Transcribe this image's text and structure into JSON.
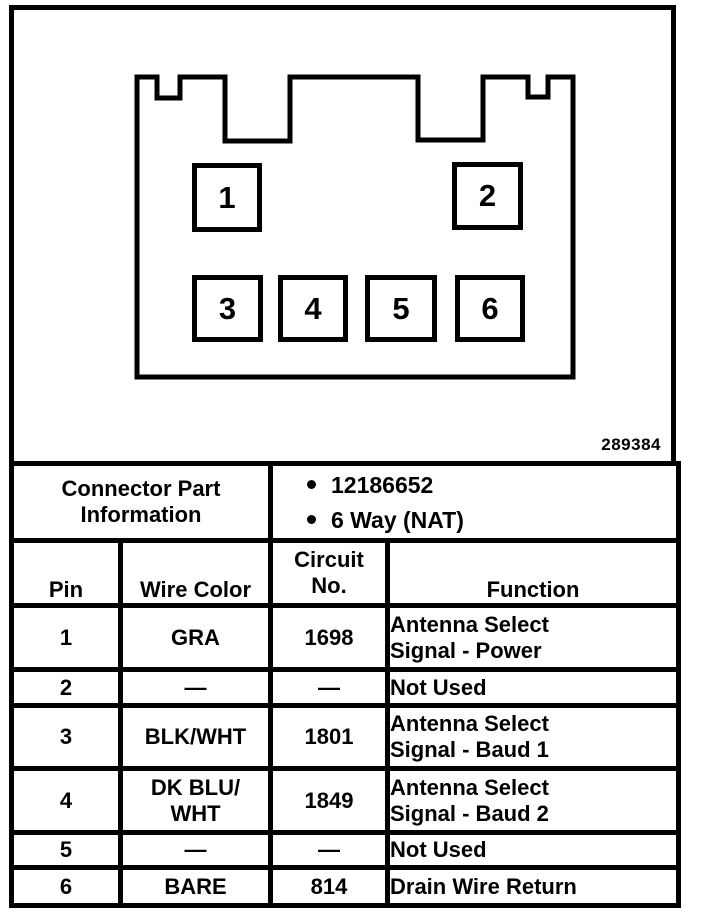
{
  "diagram": {
    "figure_number": "289384",
    "pin_labels": [
      "1",
      "2",
      "3",
      "4",
      "5",
      "6"
    ]
  },
  "part_info": {
    "label": "Connector Part Information",
    "bullets": [
      "12186652",
      "6 Way (NAT)"
    ]
  },
  "pin_table": {
    "headers": {
      "pin": "Pin",
      "wire_color": "Wire Color",
      "circuit_no": "Circuit No.",
      "function": "Function"
    },
    "rows": [
      {
        "pin": "1",
        "wire_color": "GRA",
        "circuit": "1698",
        "function": "Antenna Select Signal - Power"
      },
      {
        "pin": "2",
        "wire_color": "—",
        "circuit": "—",
        "function": "Not Used"
      },
      {
        "pin": "3",
        "wire_color": "BLK/WHT",
        "circuit": "1801",
        "function": "Antenna Select Signal - Baud 1"
      },
      {
        "pin": "4",
        "wire_color": "DK BLU/ WHT",
        "circuit": "1849",
        "function": "Antenna Select Signal - Baud 2"
      },
      {
        "pin": "5",
        "wire_color": "—",
        "circuit": "—",
        "function": "Not Used"
      },
      {
        "pin": "6",
        "wire_color": "BARE",
        "circuit": "814",
        "function": "Drain Wire Return"
      }
    ]
  }
}
